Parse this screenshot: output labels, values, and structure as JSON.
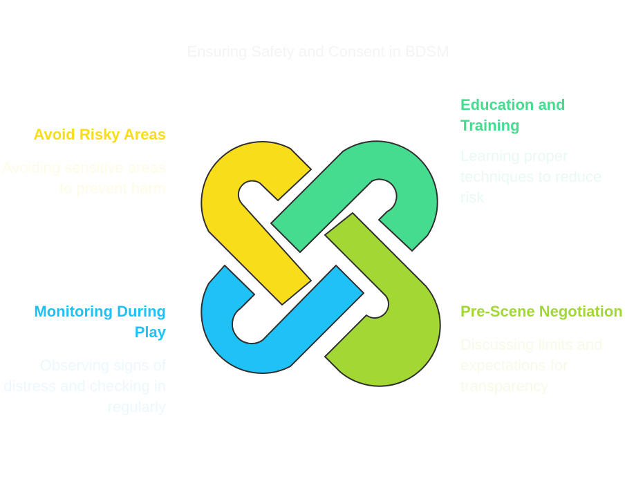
{
  "title": "Ensuring Safety and Consent in BDSM",
  "colors": {
    "yellow": "#f8dd1a",
    "green": "#45dc90",
    "blue": "#1fc2f7",
    "lime": "#a3d834",
    "outline": "#2f2f2f"
  },
  "items": [
    {
      "id": "avoid-risky-areas",
      "title": "Avoid Risky Areas",
      "description": "Avoiding sensitive areas to prevent harm"
    },
    {
      "id": "education-training",
      "title": "Education and Training",
      "description": "Learning proper techniques to reduce risk"
    },
    {
      "id": "monitoring-during-play",
      "title": "Monitoring During Play",
      "description": "Observing signs of distress and checking in regularly"
    },
    {
      "id": "pre-scene-negotiation",
      "title": "Pre-Scene Negotiation",
      "description": "Discussing limits and expectations for transparency"
    }
  ]
}
